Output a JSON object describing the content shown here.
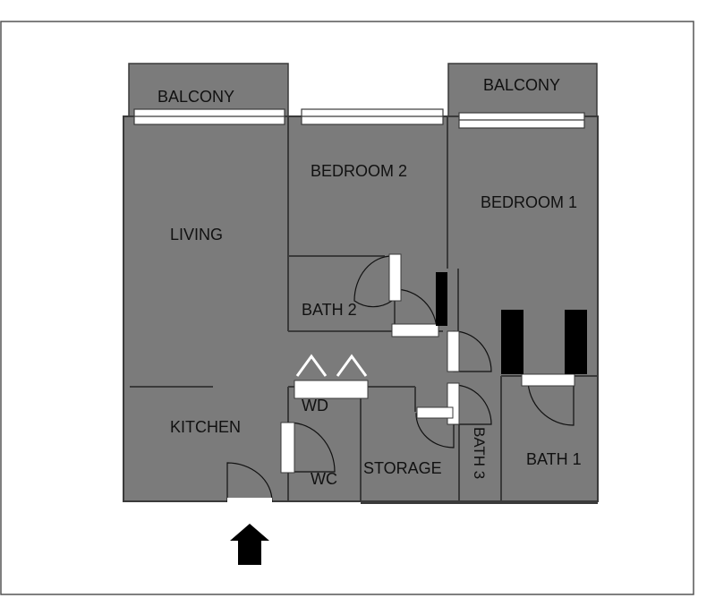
{
  "colors": {
    "background": "#ffffff",
    "floor": "#7b7b7b",
    "wall": "#3a3a3a",
    "frame": "#555555",
    "opening": "#ffffff",
    "column": "#000000",
    "text": "#111111"
  },
  "rooms": {
    "balcony_left": "BALCONY",
    "balcony_right": "BALCONY",
    "living": "LIVING",
    "bedroom_2": "BEDROOM 2",
    "bedroom_1": "BEDROOM 1",
    "bath_2": "BATH 2",
    "kitchen": "KITCHEN",
    "wd": "WD",
    "wc": "WC",
    "storage": "STORAGE",
    "bath_3": "BATH 3",
    "bath_1": "BATH 1"
  },
  "icons": {
    "entrance": "entrance-arrow-icon"
  }
}
